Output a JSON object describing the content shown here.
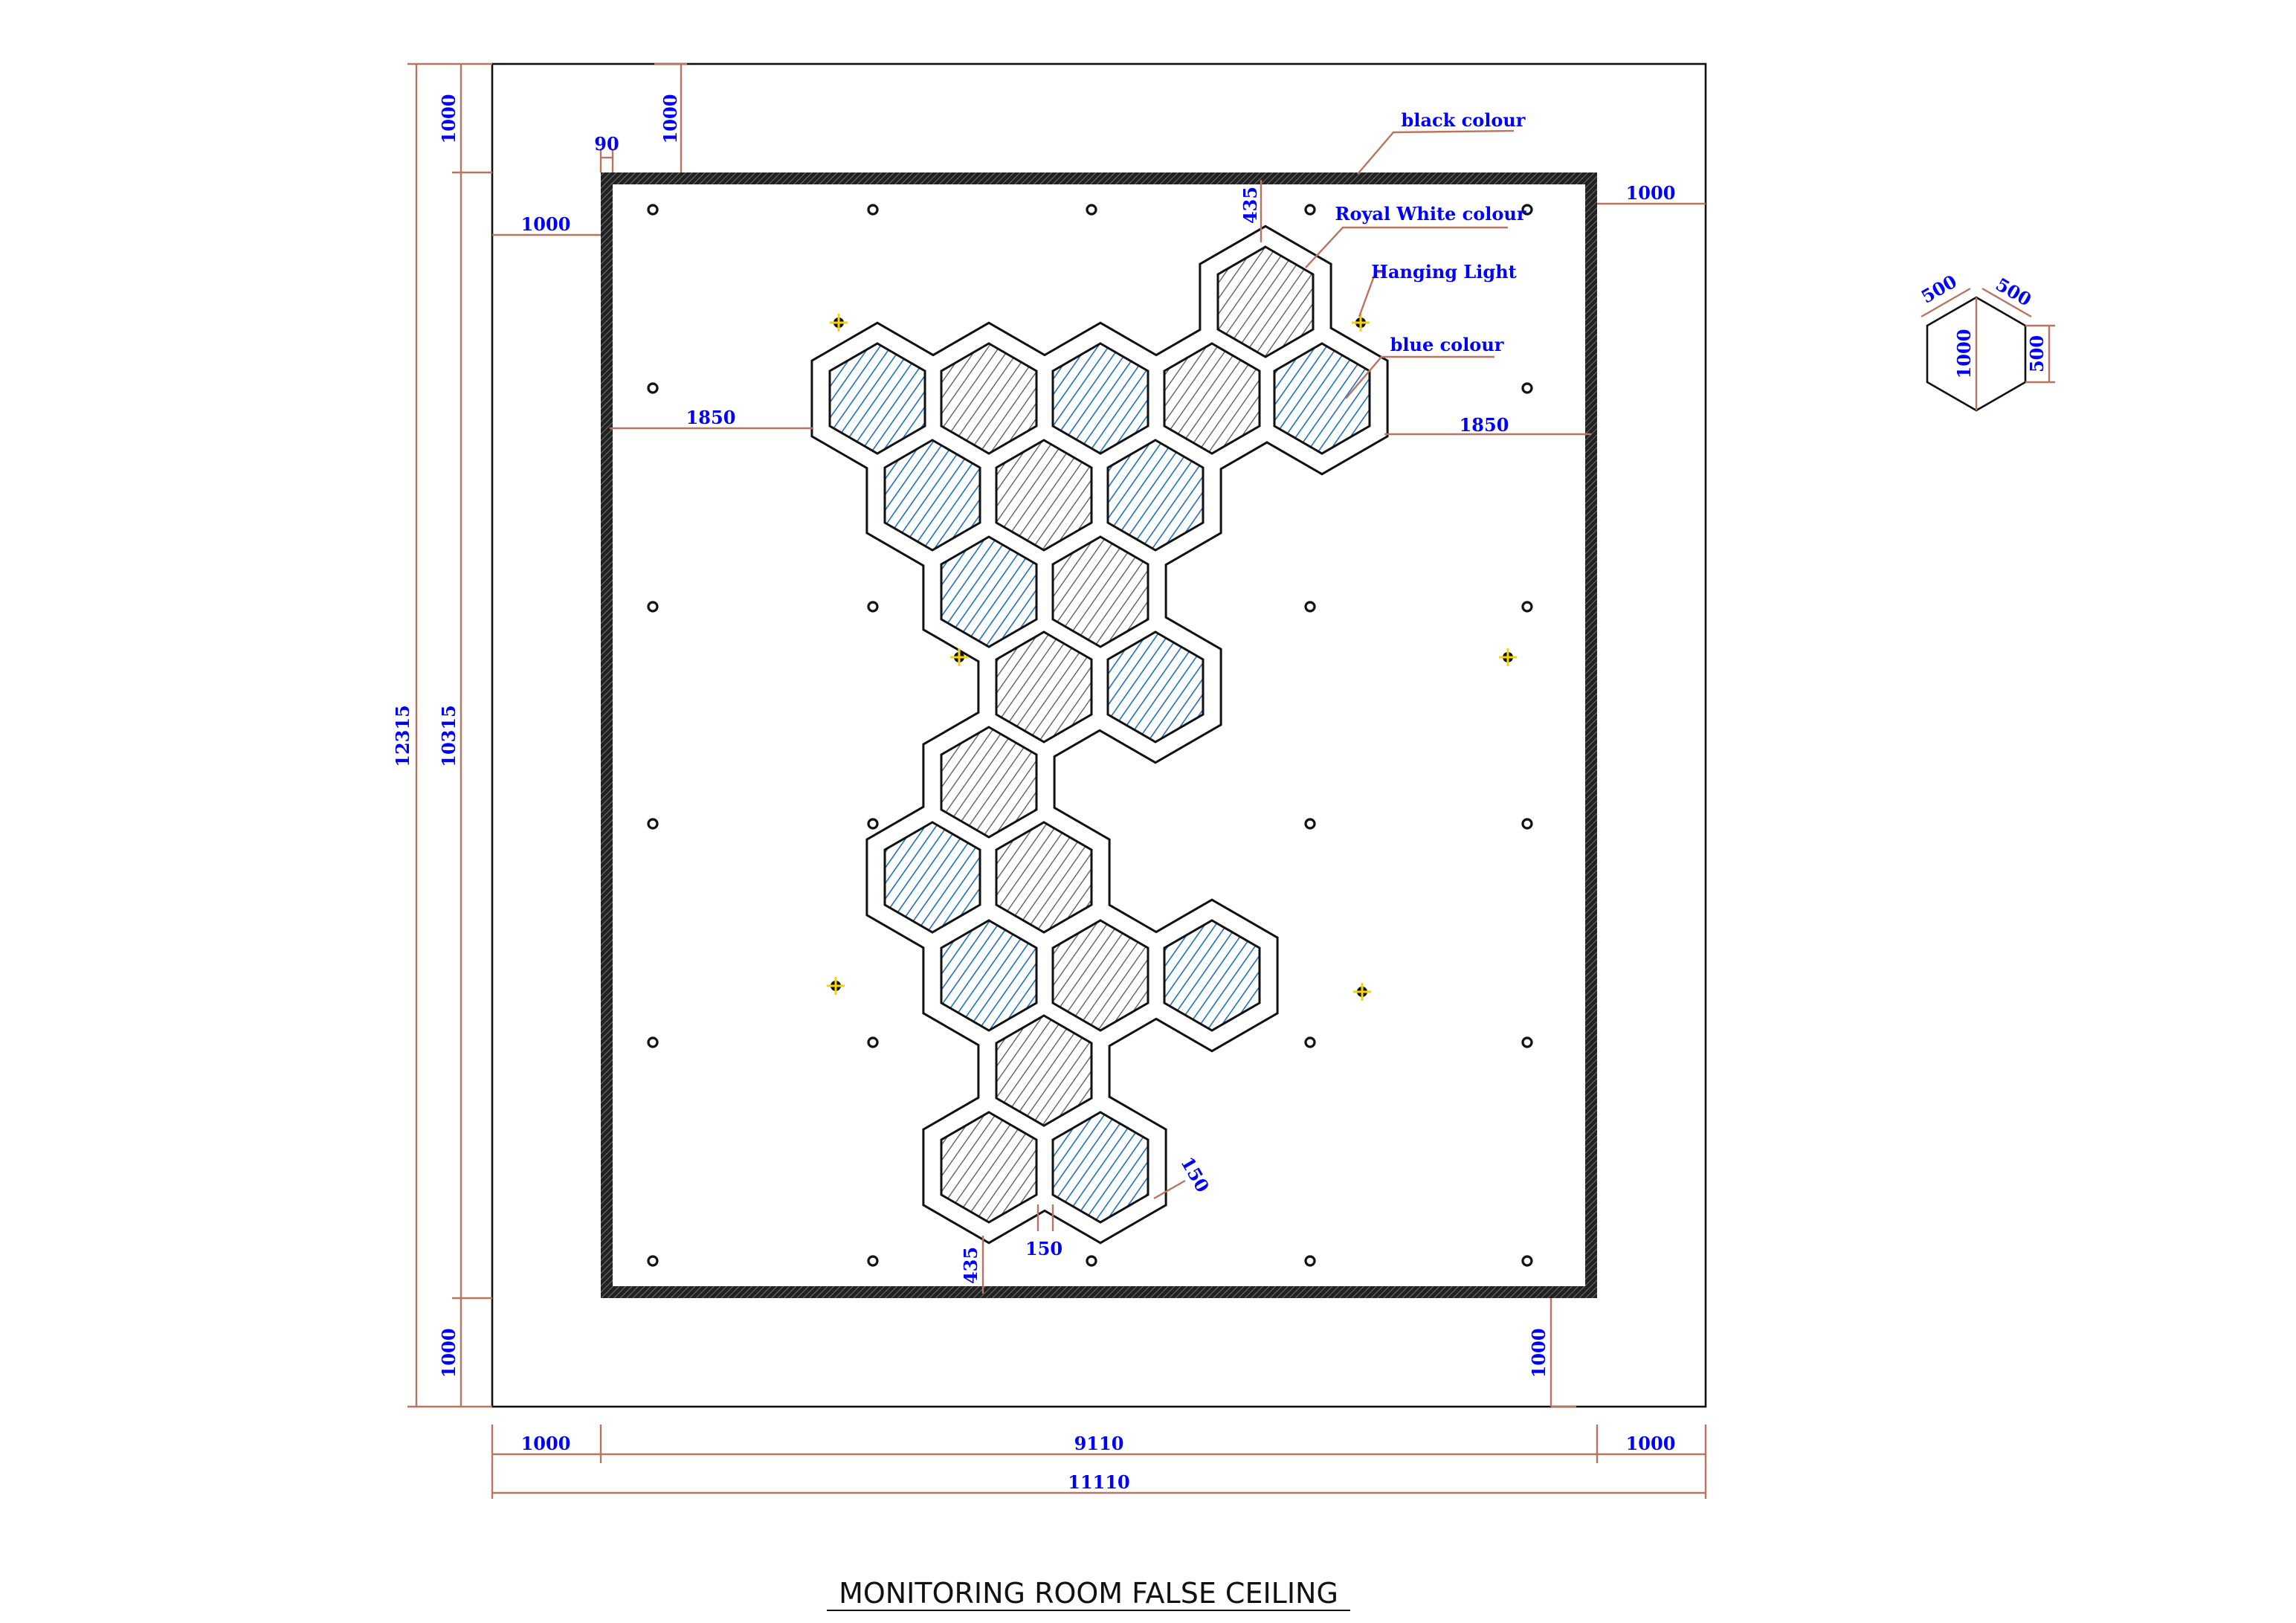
{
  "title": "MONITORING ROOM FALSE CEILING",
  "labels": {
    "black": "black colour",
    "royal_white": "Royal White colour",
    "hanging_light": "Hanging Light",
    "blue": "blue colour"
  },
  "dimensions": {
    "overall_height": "12315",
    "inner_height": "10315",
    "top_margin": "1000",
    "bottom_margin": "1000",
    "left_margin": "1000",
    "right_margin": "1000",
    "inner_width": "9110",
    "overall_width": "11110",
    "border": "90",
    "top_inner": "1000",
    "top_left_offset": "1000",
    "top_right_offset": "1000",
    "bottom_right_offset": "1000",
    "left_gap": "1850",
    "right_gap": "1850",
    "top_gap": "435",
    "bottom_gap": "435",
    "frame_width": "150",
    "frame_width_diag": "150"
  },
  "detail_hex": {
    "side_a": "500",
    "side_b": "500",
    "height": "1000",
    "side_c": "500"
  },
  "colors": {
    "blue": "#1e6fc0",
    "gray": "#555555",
    "dim_line": "#b87560",
    "text": "#0000ff",
    "light": "#f5d20a"
  },
  "hex_types": [
    "blue",
    "gray",
    "blue",
    "gray",
    "blue",
    "gray",
    "blue",
    "gray",
    "blue",
    "blue",
    "gray",
    "gray",
    "blue",
    "gray",
    "blue",
    "gray",
    "blue",
    "gray",
    "blue",
    "gray",
    "gray",
    "blue"
  ]
}
